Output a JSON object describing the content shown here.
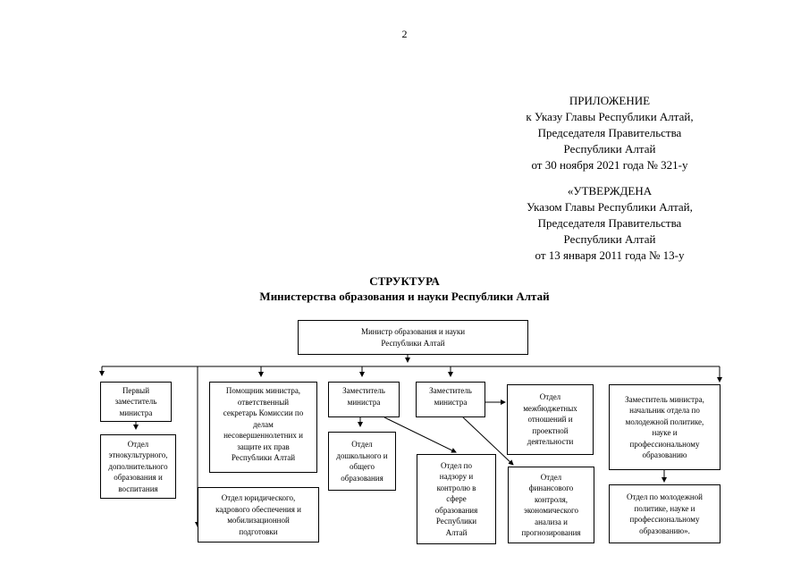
{
  "page_number": "2",
  "appendix": {
    "lines": [
      "ПРИЛОЖЕНИЕ",
      "к Указу Главы Республики Алтай,",
      "Председателя Правительства",
      "Республики Алтай",
      "от  30 ноября 2021 года № 321-у"
    ]
  },
  "approved": {
    "lines": [
      "«УТВЕРЖДЕНА",
      "Указом Главы Республики Алтай,",
      "Председателя Правительства",
      "Республики Алтай",
      "от 13 января 2011 года № 13-у"
    ]
  },
  "heading": {
    "title": "СТРУКТУРА",
    "subtitle": "Министерства образования и науки Республики Алтай"
  },
  "boxes": {
    "minister": [
      "Министр образования и науки",
      "Республики Алтай"
    ],
    "first_deputy": [
      "Первый",
      "заместитель",
      "министра"
    ],
    "dept_ethno": [
      "Отдел",
      "этнокультурного,",
      "дополнительного",
      "образования и",
      "воспитания"
    ],
    "assistant": [
      "Помощник министра,",
      "ответственный",
      "секретарь Комиссии по",
      "делам",
      "несовершеннолетних и",
      "защите их прав",
      "Республики Алтай"
    ],
    "dept_legal": [
      "Отдел юридического,",
      "кадрового обеспечения и",
      "мобилизационной",
      "подготовки"
    ],
    "deputy_a": [
      "Заместитель",
      "министра"
    ],
    "dept_preschool": [
      "Отдел",
      "дошкольного и",
      "общего",
      "образования"
    ],
    "dept_supervision": [
      "Отдел по",
      "надзору и",
      "контролю в",
      "сфере",
      "образования",
      "Республики",
      "Алтай"
    ],
    "deputy_b": [
      "Заместитель",
      "министра"
    ],
    "dept_interbudget": [
      "Отдел",
      "межбюджетных",
      "отношений и",
      "проектной",
      "деятельности"
    ],
    "dept_finance": [
      "Отдел",
      "финансового",
      "контроля,",
      "экономического",
      "анализа и",
      "прогнозирования"
    ],
    "deputy_head": [
      "Заместитель министра,",
      "начальник отдела по",
      "молодежной политике,",
      "науке и",
      "профессиональному",
      "образованию"
    ],
    "dept_youth": [
      "Отдел по молодежной",
      "политике, науке и",
      "профессиональному",
      "образованию»."
    ]
  }
}
